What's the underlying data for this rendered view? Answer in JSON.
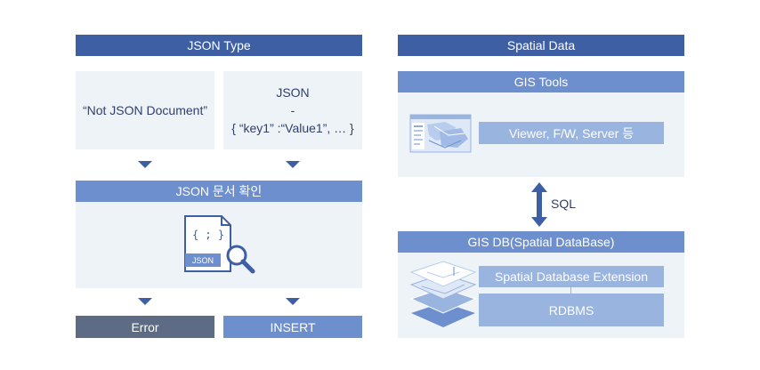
{
  "left": {
    "title": "JSON Type",
    "not_json": "“Not JSON Document”",
    "json_head": "JSON",
    "json_dash": "-",
    "json_example": "{ “key1” :“Value1”, … }",
    "check_title": "JSON 문서 확인",
    "doc_braces": "{ ; }",
    "doc_label": "JSON",
    "error": "Error",
    "insert": "INSERT"
  },
  "right": {
    "title": "Spatial Data",
    "gis_tools": "GIS Tools",
    "viewer": "Viewer, F/W, Server 등",
    "sql": "SQL",
    "gis_db": "GIS DB(Spatial DataBase)",
    "extension": "Spatial Database Extension",
    "rdbms": "RDBMS"
  },
  "colors": {
    "header_dark": "#3f5fa5",
    "header_mid": "#6d8fcd",
    "panel_bg": "#eef3f8",
    "error_box": "#5e6b84",
    "light_box": "#9ab4e0"
  }
}
